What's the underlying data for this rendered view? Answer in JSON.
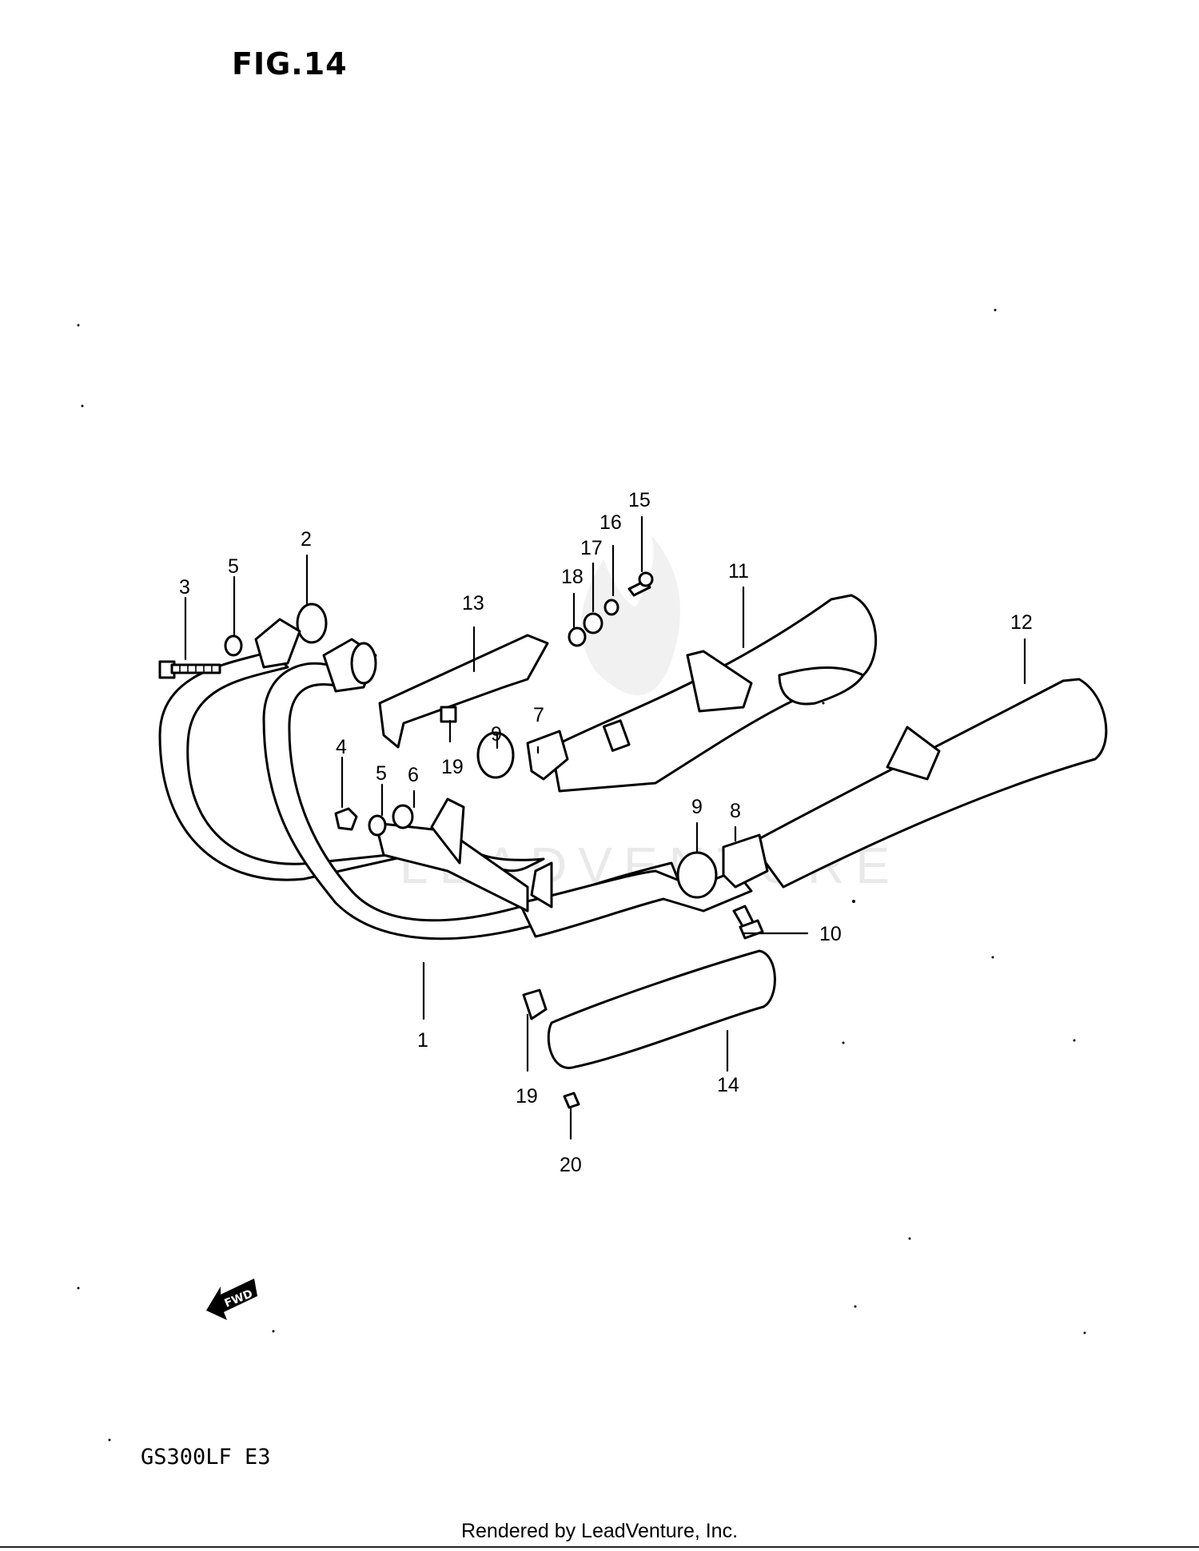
{
  "figure": {
    "title": "FIG.14"
  },
  "model_code": "GS300LF  E3",
  "fwd_label": "FWD",
  "watermark": "LEADVENTURE",
  "footer": "Rendered by LeadVenture, Inc.",
  "callouts": [
    "1",
    "2",
    "3",
    "4",
    "5",
    "5",
    "6",
    "7",
    "8",
    "9",
    "9",
    "10",
    "11",
    "12",
    "13",
    "14",
    "15",
    "16",
    "17",
    "18",
    "19",
    "19",
    "20"
  ]
}
